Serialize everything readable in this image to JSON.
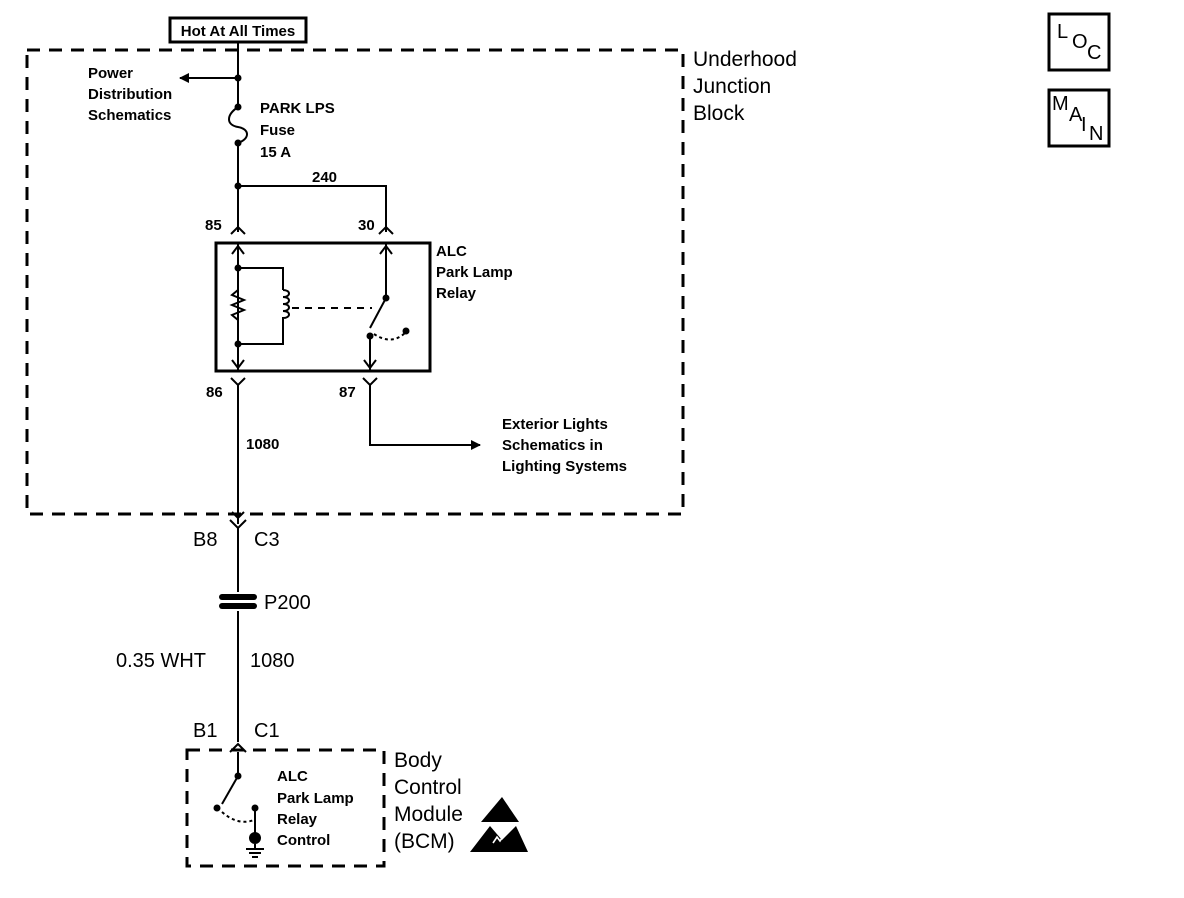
{
  "power_source": {
    "label": "Hot At All Times"
  },
  "junction_block": {
    "line1": "Underhood",
    "line2": "Junction",
    "line3": "Block"
  },
  "power_distribution": {
    "line1": "Power",
    "line2": "Distribution",
    "line3": "Schematics"
  },
  "fuse": {
    "line1": "PARK LPS",
    "line2": "Fuse",
    "line3": "15 A"
  },
  "relay": {
    "line1": "ALC",
    "line2": "Park Lamp",
    "line3": "Relay",
    "pin_85": "85",
    "pin_30": "30",
    "pin_86": "86",
    "pin_87": "87"
  },
  "circuits": {
    "c240": "240",
    "c1080_upper": "1080",
    "c1080_lower": "1080"
  },
  "exterior_lights": {
    "line1": "Exterior Lights",
    "line2": "Schematics in",
    "line3": "Lighting Systems"
  },
  "connector_upper": {
    "left": "B8",
    "right": "C3"
  },
  "splice": {
    "label": "P200"
  },
  "wire": {
    "gauge_color": "0.35 WHT"
  },
  "connector_lower": {
    "left": "B1",
    "right": "C1"
  },
  "bcm_internal": {
    "line1": "ALC",
    "line2": "Park Lamp",
    "line3": "Relay",
    "line4": "Control"
  },
  "bcm": {
    "line1": "Body",
    "line2": "Control",
    "line3": "Module",
    "line4": "(BCM)"
  },
  "nav": {
    "loc": {
      "c1": "L",
      "c2": "O",
      "c3": "C"
    },
    "main": {
      "c1": "M",
      "c2": "A",
      "c3": "I",
      "c4": "N"
    }
  }
}
